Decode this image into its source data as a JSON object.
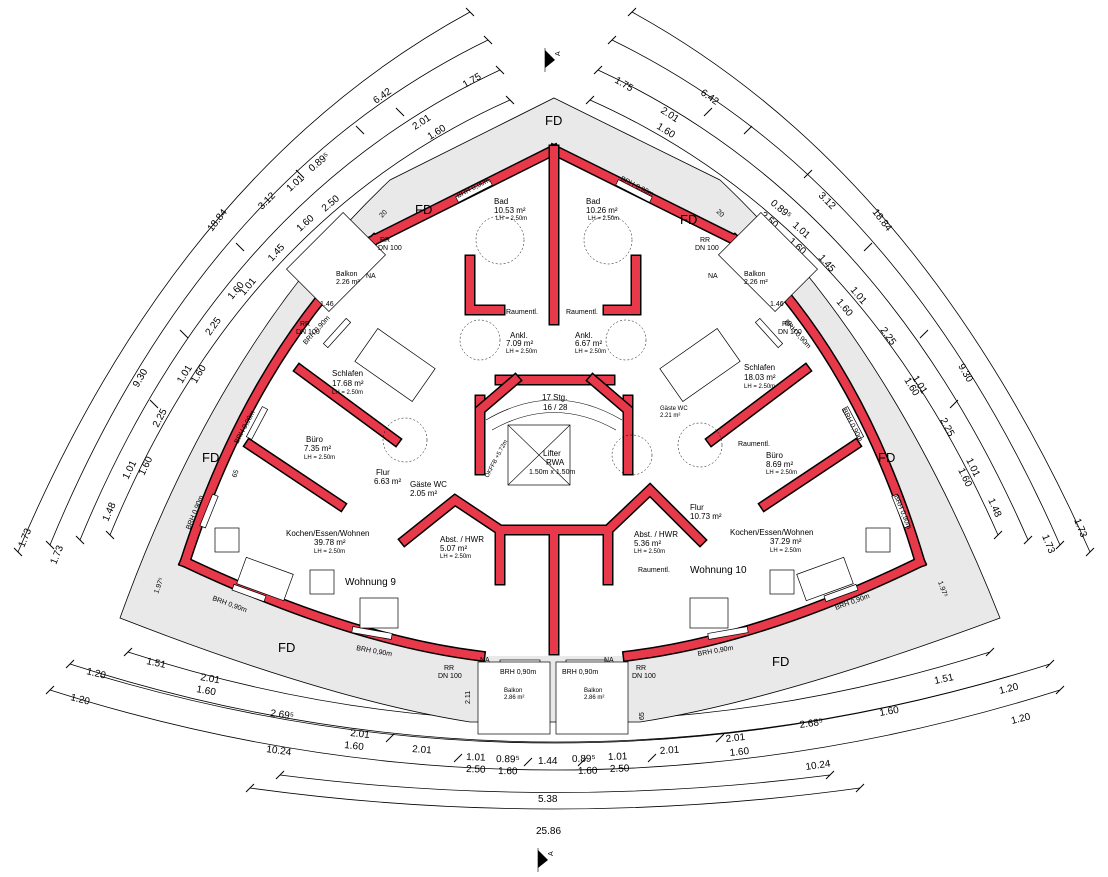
{
  "roof": {
    "fd_label": "FD",
    "na_label": "NA",
    "rr_label": "RR",
    "dn_label": "DN 100"
  },
  "window_label": "BRH 0,90m",
  "apartments": [
    {
      "label": "Wohnung 9"
    },
    {
      "label": "Wohnung 10"
    }
  ],
  "rooms_left": [
    {
      "name": "Bad",
      "area": "10.53 m²",
      "lh": "LH = 2.50m"
    },
    {
      "name": "Ankl.",
      "area": "7.09 m²",
      "lh": "LH = 2.50m"
    },
    {
      "name": "Balkon",
      "area": "2.26 m²",
      "lh": ""
    },
    {
      "name": "Schlafen",
      "area": "17.68 m²",
      "lh": "LH = 2.50m"
    },
    {
      "name": "Büro",
      "area": "7.35 m²",
      "lh": "LH = 2.50m"
    },
    {
      "name": "Flur",
      "area": "6.63 m²",
      "lh": ""
    },
    {
      "name": "Gäste WC",
      "area": "2.05 m²",
      "lh": ""
    },
    {
      "name": "Kochen/Essen/Wohnen",
      "area": "39.78 m²",
      "lh": "LH = 2.50m"
    },
    {
      "name": "Abst. / HWR",
      "area": "5.07 m²",
      "lh": "LH = 2.50m"
    },
    {
      "name": "Balkon",
      "area": "2.86 m²",
      "lh": ""
    }
  ],
  "rooms_right": [
    {
      "name": "Bad",
      "area": "10.26 m²",
      "lh": "LH = 2.50m"
    },
    {
      "name": "Ankl.",
      "area": "6.67 m²",
      "lh": "LH = 2.50m"
    },
    {
      "name": "Balkon",
      "area": "2.26 m²",
      "lh": ""
    },
    {
      "name": "Schlafen",
      "area": "18.03 m²",
      "lh": "LH = 2.50m"
    },
    {
      "name": "Gäste WC",
      "area": "2.21 m²",
      "lh": ""
    },
    {
      "name": "Büro",
      "area": "8.69 m²",
      "lh": "LH = 2.50m"
    },
    {
      "name": "Flur",
      "area": "10.73 m²",
      "lh": ""
    },
    {
      "name": "Kochen/Essen/Wohnen",
      "area": "37.29 m²",
      "lh": "LH = 2.50m"
    },
    {
      "name": "Abst. / HWR",
      "area": "5.36 m²",
      "lh": "LH = 2.50m"
    },
    {
      "name": "Balkon",
      "area": "2.86 m²",
      "lh": ""
    }
  ],
  "raumentl_label": "Raumentl.",
  "stair": {
    "label": "17 Stg.",
    "ratio": "16 / 28"
  },
  "lift": {
    "label": "Lifter",
    "rwa": "RWA",
    "size": "1.50m x 1.50m"
  },
  "shaft_label": "OKFFB +5.72m",
  "section_label": "A",
  "dims_left_arcs": [
    [
      "18.84"
    ],
    [
      "3.12",
      "6.42"
    ],
    [
      "1.01",
      "0.89⁵",
      "2.01",
      "1.75"
    ],
    [
      "1.60",
      "2.50",
      "1.60"
    ],
    [
      "9.30"
    ],
    [
      "1.45",
      "1.01",
      "2.25",
      "1.01",
      "2.25",
      "1.01",
      "1.48"
    ],
    [
      "1.60",
      "1.60",
      "1.60"
    ],
    [
      "1.73"
    ],
    [
      "1.73"
    ]
  ],
  "dims_right_arcs": [
    [
      "18.84"
    ],
    [
      "3.12",
      "6.42"
    ],
    [
      "1.75",
      "2.01",
      "0.89⁵",
      "1.01"
    ],
    [
      "1.60",
      "2.50",
      "1.60"
    ],
    [
      "9.30"
    ],
    [
      "1.45",
      "1.01",
      "2.25",
      "1.01",
      "2.25",
      "1.01",
      "1.48"
    ],
    [
      "1.60",
      "1.60",
      "1.60"
    ],
    [
      "1.73"
    ],
    [
      "1.73"
    ]
  ],
  "dims_bottom": {
    "row1": [
      "1.51",
      "2.01",
      "1.51"
    ],
    "row2": [
      "1.20",
      "1.60",
      "2.69⁵",
      "2.68⁵",
      "1.60",
      "1.20"
    ],
    "row3": [
      "2.01",
      "1.01",
      "0.89⁵",
      "1.44",
      "0.89⁵",
      "1.01",
      "2.01",
      "2.01"
    ],
    "row4": [
      "1.60",
      "2.50",
      "1.60",
      "1.60",
      "2.50",
      "1.60"
    ],
    "row5": [
      "1.20",
      "10.24",
      "10.24",
      "1.20"
    ],
    "row6": [
      "5.38"
    ],
    "row7": [
      "25.86"
    ],
    "side": [
      "1.97⁵",
      "1.97⁵",
      "2.11",
      "20",
      "1.46",
      "1.46",
      "20",
      "65",
      "65"
    ]
  }
}
